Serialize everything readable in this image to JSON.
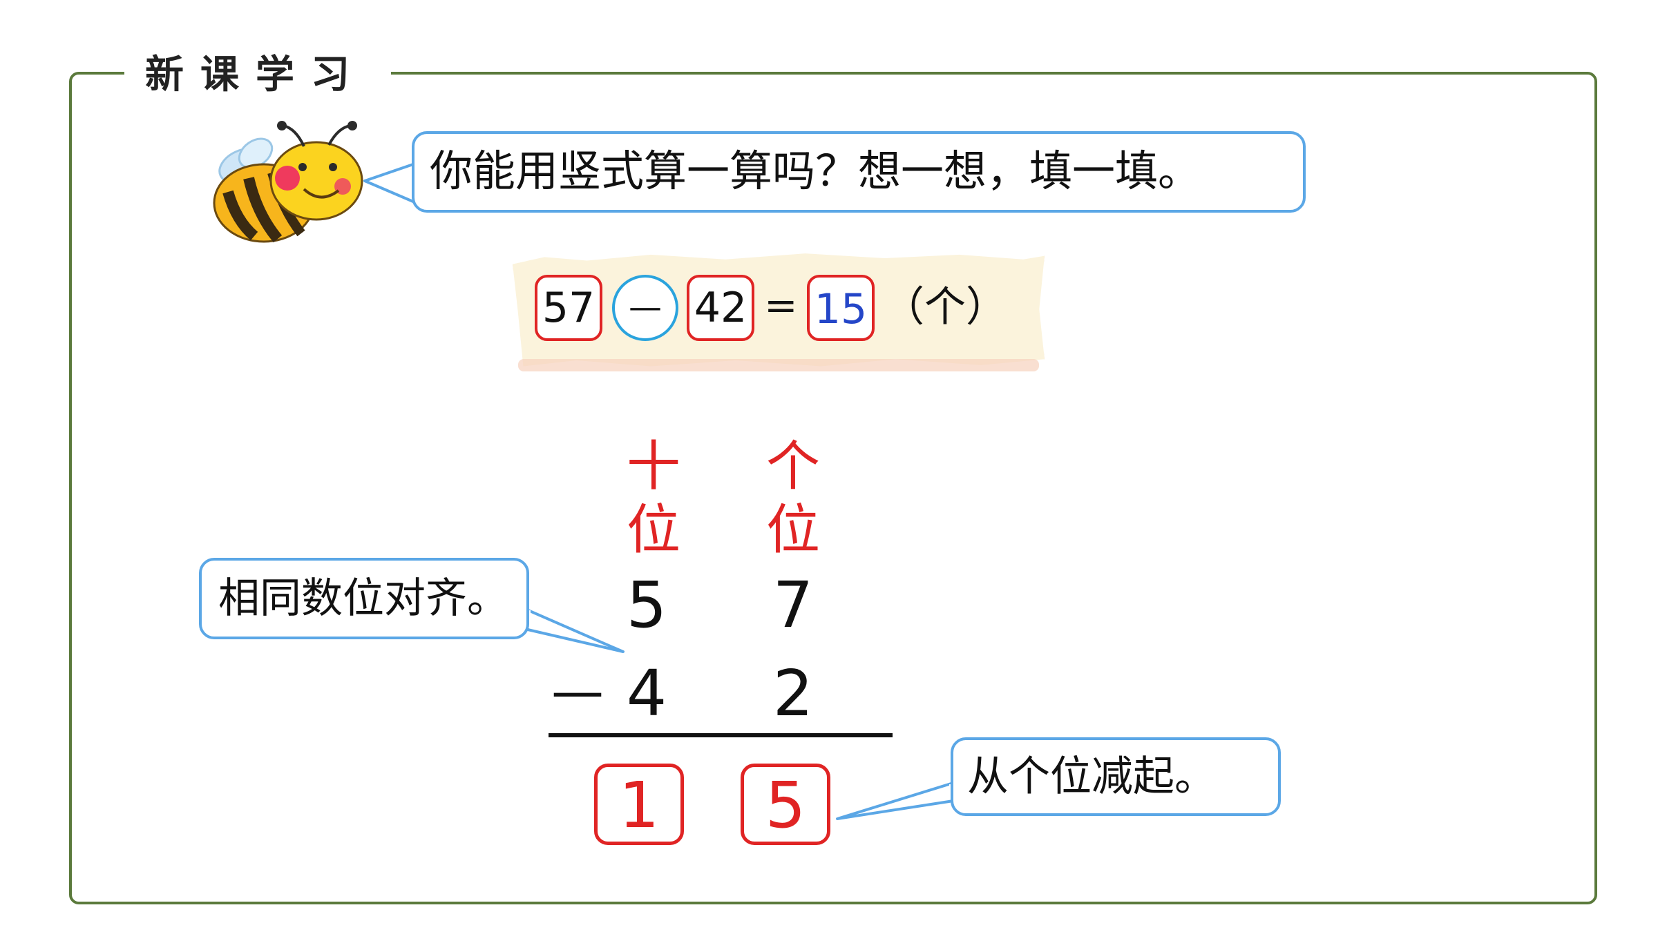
{
  "section": {
    "title": "新课学习"
  },
  "bubbles": {
    "question": "你能用竖式算一算吗？想一想，填一填。",
    "align": "相同数位对齐。",
    "units_first": "从个位减起。"
  },
  "equation": {
    "minuend": "57",
    "operator": "—",
    "subtrahend": "42",
    "equals": "=",
    "result": "15",
    "unit": "（个）"
  },
  "vertical": {
    "tens_label": [
      "十",
      "位"
    ],
    "ones_label": [
      "个",
      "位"
    ],
    "top": {
      "tens": "5",
      "ones": "7"
    },
    "bottom": {
      "sign": "—",
      "tens": "4",
      "ones": "2"
    },
    "answer": {
      "tens": "1",
      "ones": "5"
    }
  },
  "colors": {
    "frame": "#5b7a3c",
    "bubble_border": "#5ba7e6",
    "highlight_red": "#e02424",
    "operator_circle": "#2aa3dd",
    "result_blue": "#2446c8"
  },
  "icons": {
    "mascot": "bee-icon"
  }
}
